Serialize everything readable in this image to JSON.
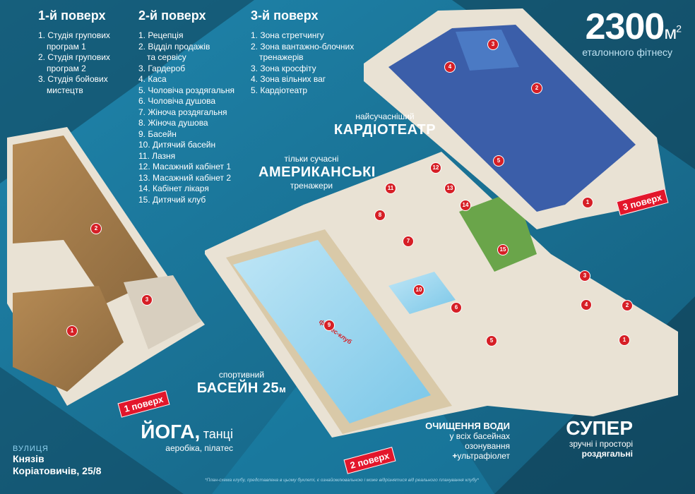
{
  "floors": [
    {
      "title": "1-й поверх",
      "items": [
        "1. Студія групових",
        "програм 1",
        "2. Студія групових",
        "програм 2",
        "3. Студія бойових",
        "мистецтв"
      ]
    },
    {
      "title": "2-й поверх",
      "items": [
        "1. Рецепція",
        "2. Відділ продажів",
        "та сервісу",
        "3. Гардероб",
        "4. Каса",
        "5. Чоловіча роздягальня",
        "6. Чоловіча душова",
        "7. Жіноча роздягальня",
        "8. Жіноча душова",
        "9. Басейн",
        "10. Дитячий басейн",
        "11. Лазня",
        "12. Масажний кабінет 1",
        "13. Масажний кабінет 2",
        "14. Кабінет лікаря",
        "15. Дитячий клуб"
      ]
    },
    {
      "title": "3-й поверх",
      "items": [
        "1. Зона стретчингу",
        "2. Зона вантажно-блочних",
        "тренажерів",
        "3. Зона кросфіту",
        "4. Зона вільних ваг",
        "5. Кардіотеатр"
      ]
    }
  ],
  "headline": {
    "number": "2300",
    "unit": "м",
    "sup": "2",
    "subtitle": "еталонного фітнесу"
  },
  "callouts": {
    "cardio": {
      "small": "найсучасніший",
      "large": "КАРДІОТЕАТР"
    },
    "american": {
      "small1": "тільки сучасні",
      "large": "АМЕРИКАНСЬКІ",
      "small2": "тренажери"
    },
    "pool": {
      "small": "спортивний",
      "large": "БАСЕЙН",
      "large2": "25",
      "unit": "м"
    },
    "yoga": {
      "large": "ЙОГА,",
      "large_rest": "танці",
      "small": "аеробіка, пілатес"
    },
    "water": {
      "title": "ОЧИЩЕННЯ ВОДИ",
      "l1": "у всіх басейнах",
      "l2": "озонування",
      "plus": "+",
      "l3": "ультрафіолет"
    },
    "super": {
      "large": "СУПЕР",
      "l1": "зручні і просторі",
      "l2": "роздягальні"
    }
  },
  "floor_tags": {
    "f1": "1 поверх",
    "f2": "2 поверх",
    "f3": "3 поверх"
  },
  "street": {
    "label": "ВУЛИЦЯ",
    "line1": "Князів",
    "line2": "Коріатовичів, 25/8"
  },
  "pool_logo": "фітнес-клуб",
  "disclaimer": "*План-схема клубу, представлена в цьому буклеті, є ознайомлювальною і може відрізнятися від реального планування клубу*",
  "markers": {
    "f1": [
      "1",
      "2",
      "3"
    ],
    "f2": [
      "1",
      "2",
      "3",
      "4",
      "5",
      "6",
      "7",
      "8",
      "9",
      "10",
      "11",
      "12",
      "13",
      "14",
      "15"
    ],
    "f3": [
      "1",
      "2",
      "3",
      "4",
      "5"
    ]
  },
  "colors": {
    "background": "#1a6f92",
    "accent": "#e3162b",
    "dark": "#0f2f3f"
  }
}
